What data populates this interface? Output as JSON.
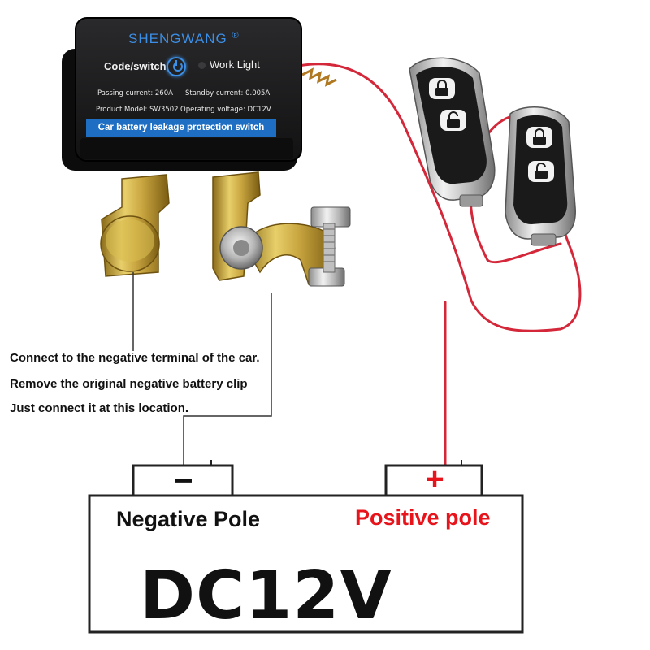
{
  "device": {
    "brand": "SHENGWANG",
    "brand_mark": "®",
    "code_switch_label": "Code/switch",
    "work_light_label": "Work Light",
    "passing_current_label": "Passing current:",
    "passing_current_value": "260A",
    "standby_current_label": "Standby current:",
    "standby_current_value": "0.005A",
    "model_label": "Product Model:",
    "model_value": "SW3502",
    "voltage_label": "Operating voltage:",
    "voltage_value": "DC12V",
    "banner_text": "Car battery leakage protection switch",
    "colors": {
      "body": "#1c1c1e",
      "banner": "#1e6fc4",
      "brand": "#3b8fe6",
      "brass": "#c9a640"
    }
  },
  "remotes": [
    {
      "name": "remote-1",
      "buttons": [
        "lock-icon",
        "unlock-icon"
      ]
    },
    {
      "name": "remote-2",
      "buttons": [
        "lock-icon",
        "unlock-icon"
      ]
    }
  ],
  "instructions": [
    "Connect to the negative terminal of the car.",
    "Remove the original negative battery clip",
    "Just connect it at this location."
  ],
  "battery": {
    "negative_symbol": "−",
    "positive_symbol": "+",
    "negative_label": "Negative Pole",
    "positive_label": "Positive pole",
    "voltage": "DC12V",
    "colors": {
      "positive": "#e8141c",
      "negative": "#111111",
      "wire": "#d4283a"
    }
  }
}
